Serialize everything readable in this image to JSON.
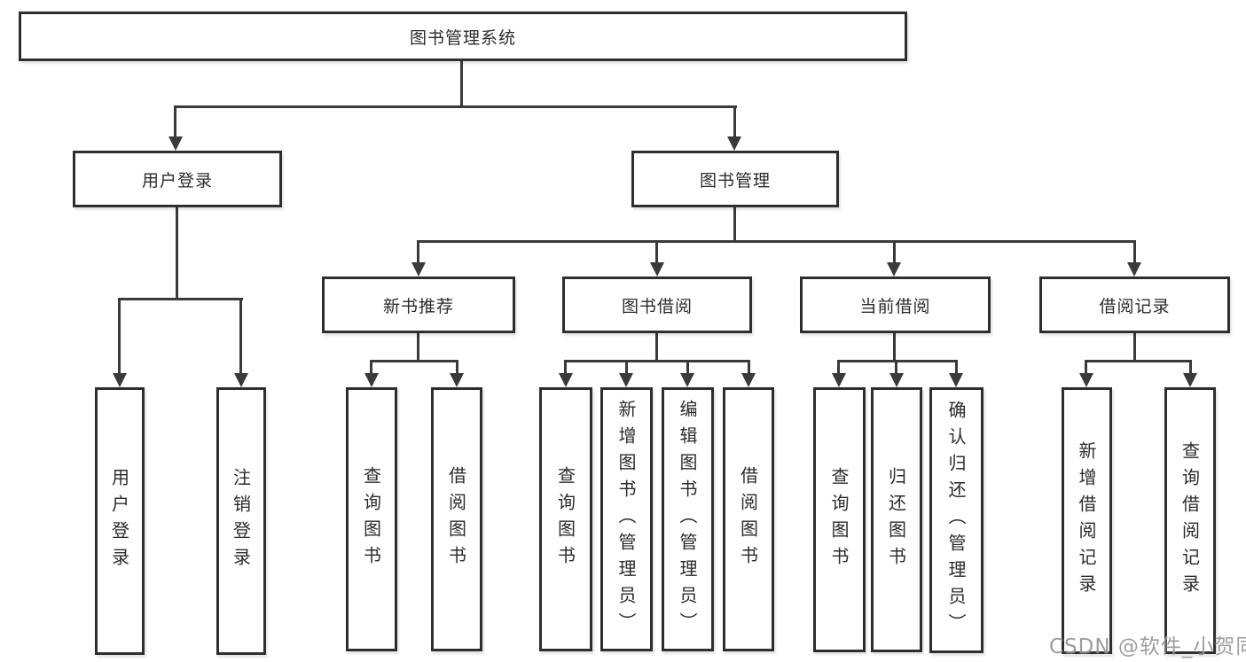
{
  "colors": {
    "background": "#ffffff",
    "box_border": "#2e2e2e",
    "connector_line": "#3a3a3a",
    "text": "#2b2b2b",
    "watermark": "#8c8c8c"
  },
  "watermark": "CSDN @软件_小贺同学",
  "nodes": {
    "root": "图书管理系统",
    "user_login": "用户登录",
    "book_management": "图书管理",
    "new_book_recommend": "新书推荐",
    "book_borrow": "图书借阅",
    "current_borrow": "当前借阅",
    "borrow_records": "借阅记录",
    "leaf_user_login": "用户登录",
    "leaf_logout": "注销登录",
    "leaf_rec_query_books": "查询图书",
    "leaf_rec_borrow_books": "借阅图书",
    "leaf_bb_query_books": "查询图书",
    "leaf_bb_add_books": "新增图书（管理员）",
    "leaf_bb_edit_books": "编辑图书（管理员）",
    "leaf_bb_borrow_books": "借阅图书",
    "leaf_cb_query_books": "查询图书",
    "leaf_cb_return_books": "归还图书",
    "leaf_cb_confirm_return": "确认归还（管理员）",
    "leaf_br_add_record": "新增借阅记录",
    "leaf_br_query_record": "查询借阅记录"
  }
}
